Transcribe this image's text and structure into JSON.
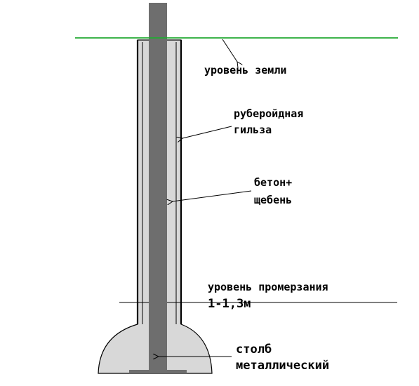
{
  "labels": {
    "ground_level": "уровень земли",
    "sleeve_line1": "руберойдная",
    "sleeve_line2": "гильза",
    "concrete_line1": "бетон+",
    "concrete_line2": "щебень",
    "frost_line1": "уровень промерзания",
    "frost_line2": "1-1,3м",
    "post_line1": "столб",
    "post_line2": "металлический"
  },
  "colors": {
    "ground_line": "#22aa33",
    "post": "#6e6e6e",
    "concrete": "#d8d8d8",
    "outline": "#000000"
  }
}
